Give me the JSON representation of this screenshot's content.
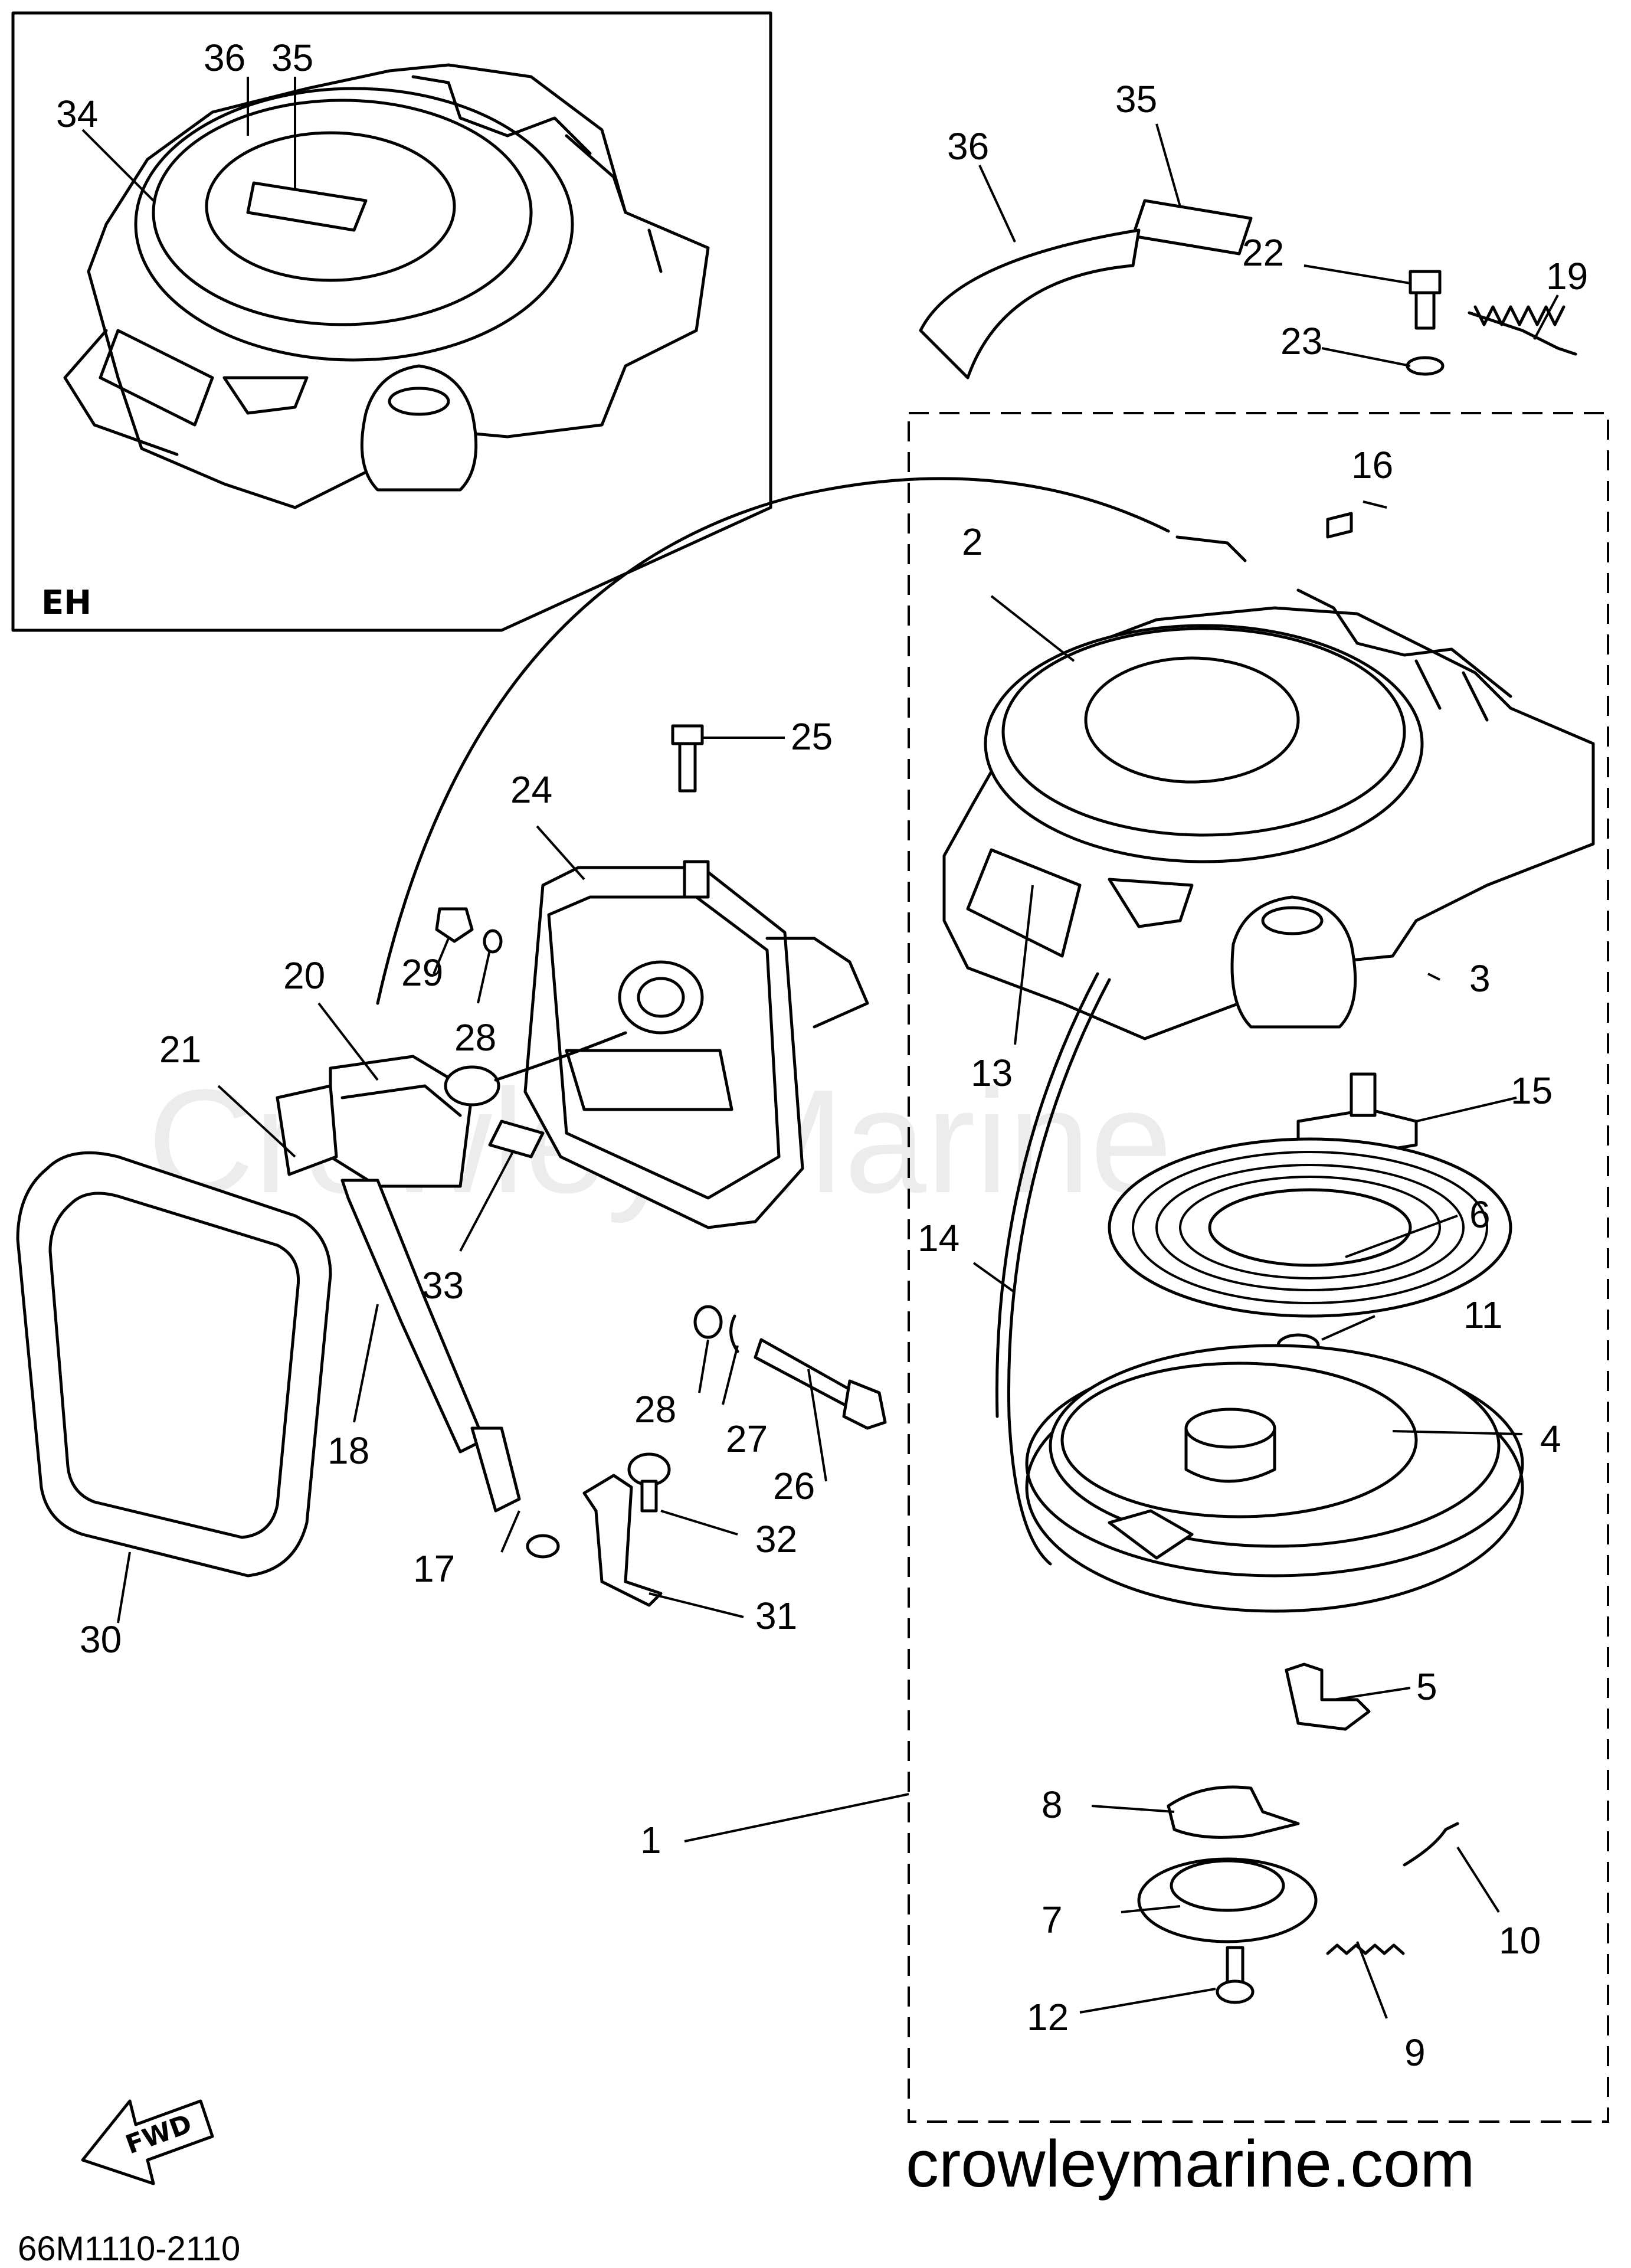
{
  "watermark": "Crowley Marine",
  "website": "crowleymarine.com",
  "diagram_code": "66M1110-2110",
  "inset_label": "EH",
  "fwd_label": "FWD",
  "callouts": {
    "c1": "1",
    "c2": "2",
    "c3": "3",
    "c4": "4",
    "c5": "5",
    "c6": "6",
    "c7": "7",
    "c8": "8",
    "c9": "9",
    "c10": "10",
    "c11": "11",
    "c12": "12",
    "c13": "13",
    "c14": "14",
    "c15": "15",
    "c16": "16",
    "c17": "17",
    "c18": "18",
    "c19": "19",
    "c20": "20",
    "c21": "21",
    "c22": "22",
    "c23": "23",
    "c24": "24",
    "c25": "25",
    "c26": "26",
    "c27": "27",
    "c28a": "28",
    "c28b": "28",
    "c29": "29",
    "c30": "30",
    "c31": "31",
    "c32": "32",
    "c33": "33",
    "c34": "34",
    "c35a": "35",
    "c35b": "35",
    "c36a": "36",
    "c36b": "36"
  }
}
